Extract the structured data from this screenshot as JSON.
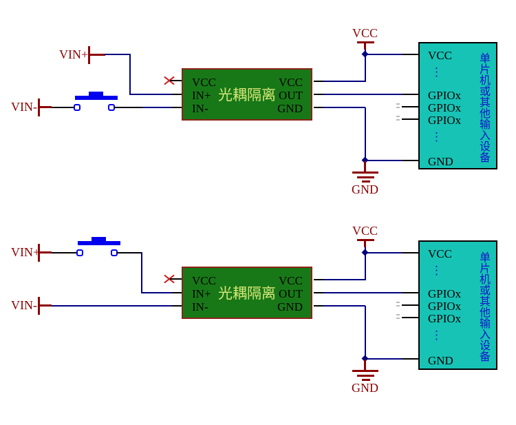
{
  "colors": {
    "wire_net": "#000080",
    "pin_stub": "#000000",
    "symbol_red": "#8b0000",
    "opto_fill": "#187818",
    "opto_border": "#8b2218",
    "opto_title_text": "#d8e878",
    "mcu_fill": "#17c3b5",
    "mcu_border": "#000000",
    "mcu_side_text": "#1414cc",
    "button_blue": "#0000ee",
    "no_connect_x": "#cc2020"
  },
  "circuits": [
    {
      "id": "top",
      "vin_plus": "VIN+",
      "vin_minus": "VIN-",
      "vcc_symbol": "VCC",
      "gnd_symbol": "GND",
      "opto": {
        "title": "光耦隔离",
        "pin_vcc_left": "VCC",
        "pin_in_plus": "IN+",
        "pin_in_minus": "IN-",
        "pin_vcc_right": "VCC",
        "pin_out": "OUT",
        "pin_gnd": "GND"
      },
      "mcu": {
        "pin_vcc": "VCC",
        "dots_top": "⋮",
        "pin_gpio_1": "GPIOx",
        "pin_gpio_2": "GPIOx",
        "pin_gpio_3": "GPIOx",
        "dots_bottom": "⋮",
        "pin_gnd": "GND",
        "side_label": "单片机或其他输入设备"
      }
    },
    {
      "id": "bottom",
      "vin_plus": "VIN+",
      "vin_minus": "VIN-",
      "vcc_symbol": "VCC",
      "gnd_symbol": "GND",
      "opto": {
        "title": "光耦隔离",
        "pin_vcc_left": "VCC",
        "pin_in_plus": "IN+",
        "pin_in_minus": "IN-",
        "pin_vcc_right": "VCC",
        "pin_out": "OUT",
        "pin_gnd": "GND"
      },
      "mcu": {
        "pin_vcc": "VCC",
        "dots_top": "⋮",
        "pin_gpio_1": "GPIOx",
        "pin_gpio_2": "GPIOx",
        "pin_gpio_3": "GPIOx",
        "dots_bottom": "⋮",
        "pin_gnd": "GND",
        "side_label": "单片机或其他输入设备"
      }
    }
  ]
}
